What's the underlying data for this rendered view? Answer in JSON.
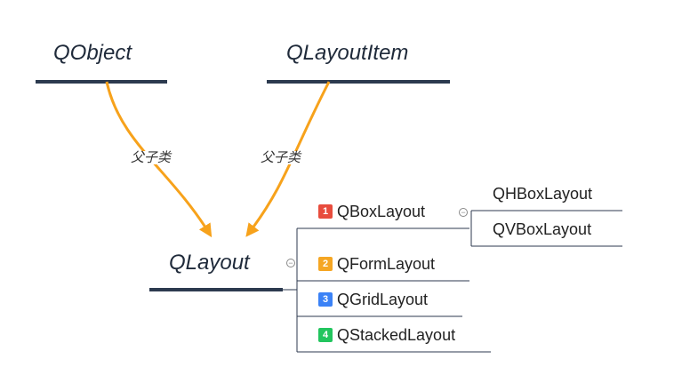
{
  "parents": [
    {
      "name": "QObject",
      "edge_label": "父子类"
    },
    {
      "name": "QLayoutItem",
      "edge_label": "父子类"
    }
  ],
  "root": {
    "name": "QLayout",
    "children": [
      {
        "index": "1",
        "name": "QBoxLayout",
        "badge_color": "#e84c3d",
        "children": [
          "QHBoxLayout",
          "QVBoxLayout"
        ]
      },
      {
        "index": "2",
        "name": "QFormLayout",
        "badge_color": "#f5a623"
      },
      {
        "index": "3",
        "name": "QGridLayout",
        "badge_color": "#3b82f6"
      },
      {
        "index": "4",
        "name": "QStackedLayout",
        "badge_color": "#22c55e"
      }
    ]
  },
  "colors": {
    "underline": "#2c3a4f",
    "arrow": "#f7a21b",
    "connector": "#2c3a4f"
  }
}
